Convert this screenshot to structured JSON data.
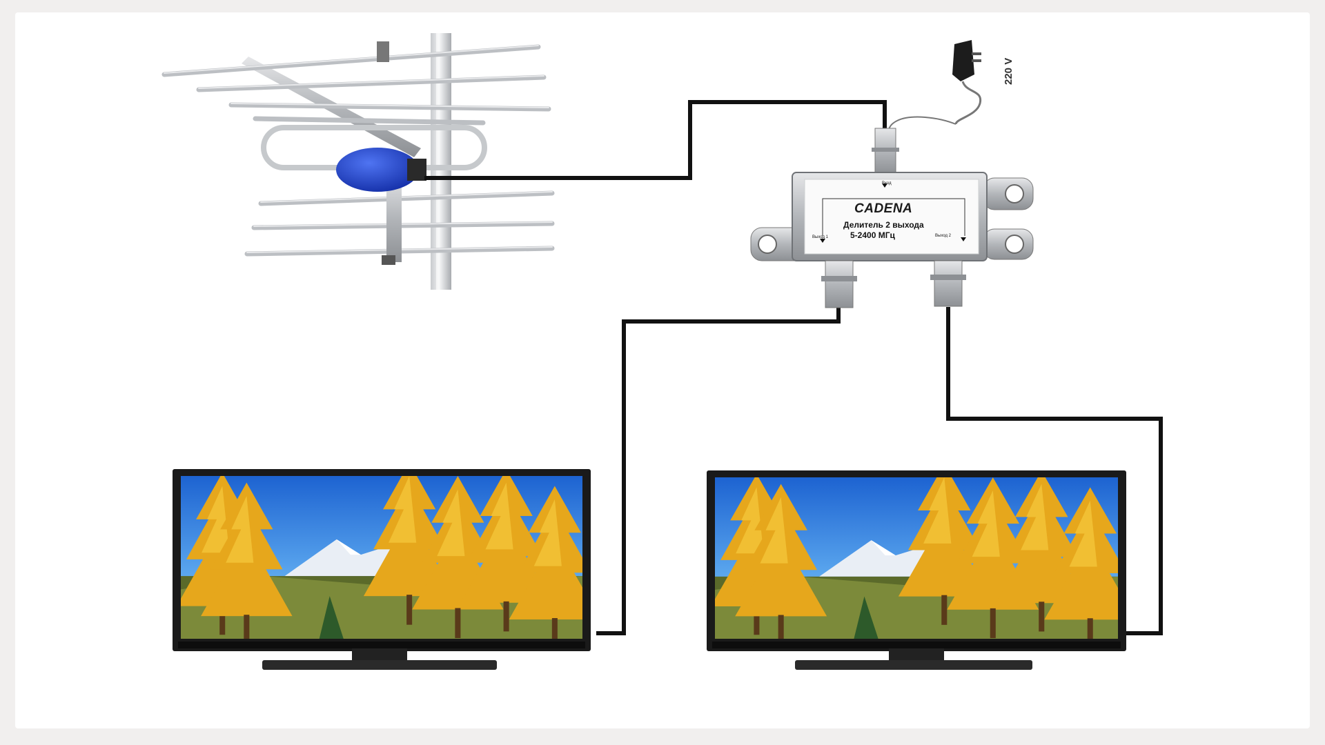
{
  "power": {
    "voltage": "220 V"
  },
  "splitter": {
    "brand": "CADENA",
    "description_line1": "Делитель 2 выхода",
    "description_line2": "5-2400 МГц",
    "port_in_label": "Вход",
    "port_out1_label": "Выход 1",
    "port_out2_label": "Выход 2"
  },
  "colors": {
    "cable": "#111111",
    "splitter_body": "#b9bbbe",
    "amplifier": "#1c3fc9",
    "tv_frame": "#1a1a1a",
    "sky": "#2f7fe0"
  }
}
